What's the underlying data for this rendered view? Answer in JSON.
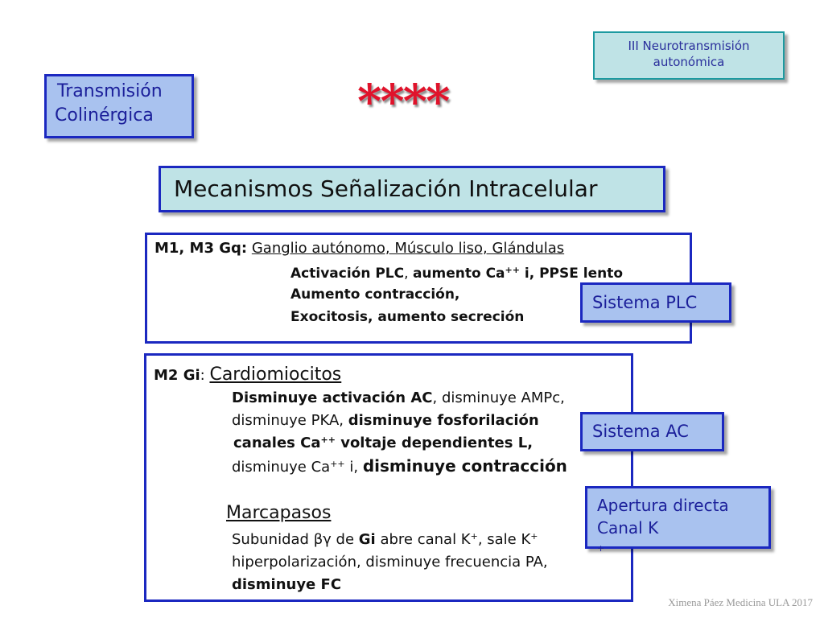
{
  "header_tag": {
    "line1": "III Neurotransmisión",
    "line2": "autonómica"
  },
  "topic": {
    "line1": "Transmisión",
    "line2": "Colinérgica"
  },
  "stars": "****",
  "main_title": "Mecanismos Señalización Intracelular",
  "box1": {
    "receptor": "M1, M3 Gq:",
    "targets": "Ganglio autónomo, Músculo liso, Glándulas",
    "l2a": "Activación PLC",
    "l2b": ", ",
    "l2c": "aumento Ca",
    "l2sup": "++",
    "l2d": " i, PPSE lento",
    "l3": "Aumento contracción,",
    "l4": "Exocitosis, aumento secreción"
  },
  "box2": {
    "receptor_a": "M2 Gi",
    "receptor_sep": ": ",
    "target1": "Cardiomiocitos",
    "r1a": "Disminuye activación AC",
    "r1b": ", disminuye AMPc,",
    "r2a": "disminuye PKA, ",
    "r2b": "disminuye fosforilación",
    "r3a": "canales Ca",
    "r3sup": "++",
    "r3b": " voltaje dependientes L,",
    "r4a": "disminuye Ca",
    "r4sup": "++",
    "r4b": " i,  ",
    "r4c": "disminuye contracción",
    "target2": "Marcapasos",
    "r5a": "Subunidad ",
    "r5greek": "βγ",
    "r5b": " de ",
    "r5c": "Gi",
    "r5d": " abre canal K",
    "r5sup1": "+",
    "r5e": ", sale K",
    "r5sup2": "+",
    "r6": "hiperpolarización, disminuye frecuencia PA,",
    "r7": "disminuye FC"
  },
  "callouts": {
    "plc": "Sistema PLC",
    "ac": "Sistema AC",
    "k_line1": "Apertura directa",
    "k_line2": "Canal K",
    "k_sup": "+"
  },
  "credit": "Ximena Páez Medicina ULA 2017"
}
